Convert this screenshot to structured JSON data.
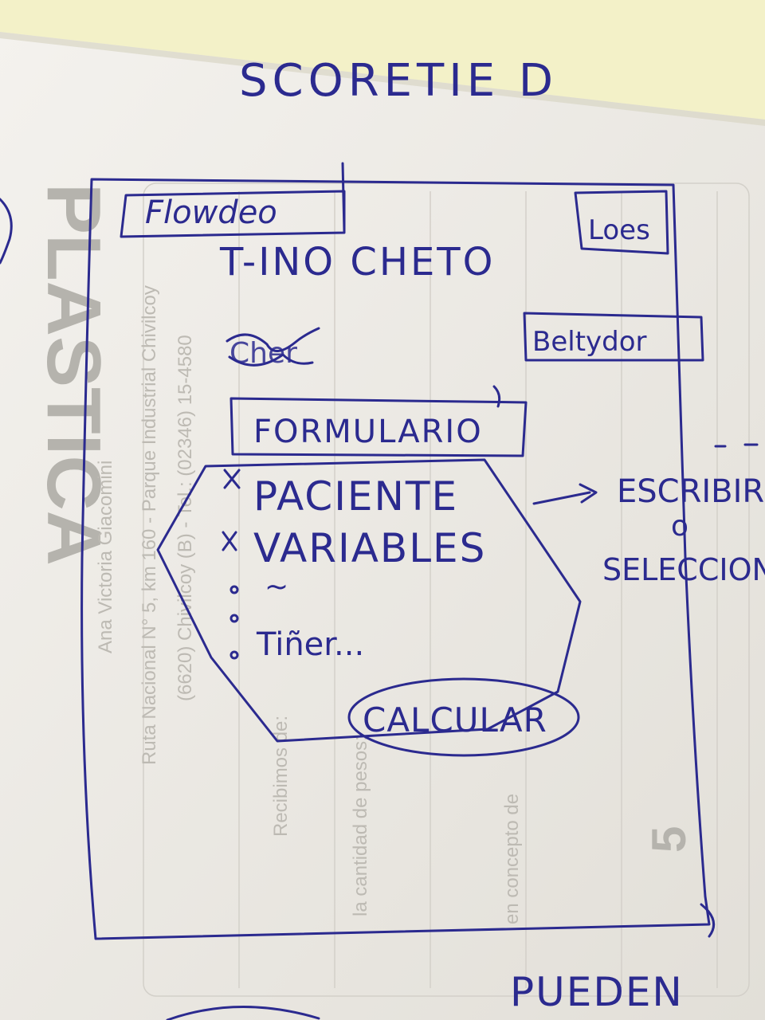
{
  "sketch": {
    "heading": "SCORETIE D",
    "tab_label": "Flowdeo",
    "top_right_box": "Loes",
    "title_line": "T-INO CHETO",
    "side_box": "Beltydor",
    "scribble_label": "Cher",
    "form_header": "FORMULARIO",
    "list_items": [
      "PACIENTE",
      "VARIABLES",
      "~",
      "Tiñer..."
    ],
    "calc_button": "CALCULAR",
    "annotation_line1": "ESCRIBIR",
    "annotation_line2": "o",
    "annotation_line3": "SELECCION",
    "bottom_text": "PUEDEN"
  },
  "background_print": {
    "big_vertical": "PLASTICA",
    "rotated_lines": [
      "Ana Victoria Giacomini",
      "Ruta Nacional N° 5, km 160 - Parque Industrial Chivilcoy",
      "(6620) Chivilcoy (B) - Tel.: (02346) 15-4580",
      "Recibimos de:",
      "la cantidad de pesos:",
      "en concepto de"
    ],
    "small_number": "5"
  },
  "colors": {
    "ink": "#2b2a8f",
    "paper": "#efede8",
    "yellow_paper": "#f3f1c8",
    "print_gray": "#b5b3ad"
  }
}
